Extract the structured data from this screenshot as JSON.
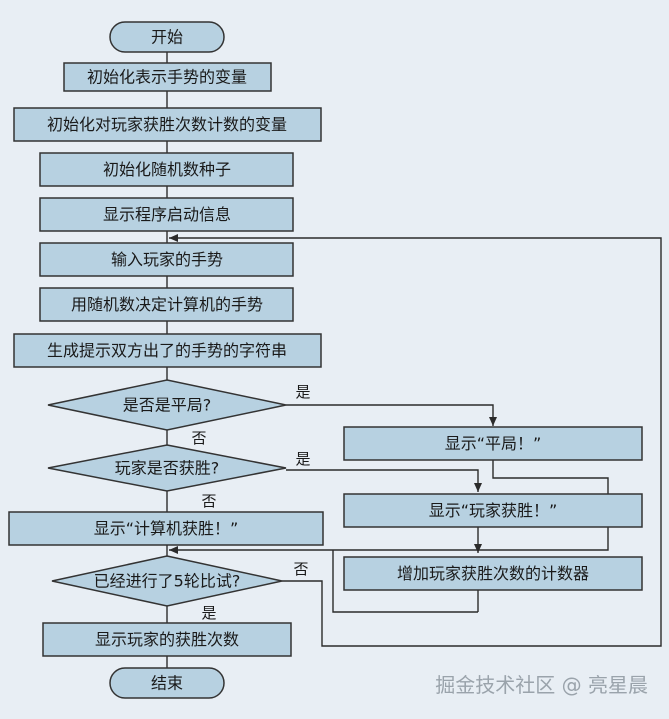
{
  "colors": {
    "background": "#e8eef4",
    "node_fill": "#b7d1e1",
    "node_stroke": "#333333",
    "line": "#2b2b2b",
    "watermark": "#9aa3ab"
  },
  "nodes": {
    "start": "开始",
    "init_gesture": "初始化表示手势的变量",
    "init_counter": "初始化对玩家获胜次数计数的变量",
    "init_seed": "初始化随机数种子",
    "show_start": "显示程序启动信息",
    "input_gesture": "输入玩家的手势",
    "computer_gesture": "用随机数决定计算机的手势",
    "make_string": "生成提示双方出了的手势的字符串",
    "is_draw": "是否是平局?",
    "show_draw": "显示“平局！”",
    "player_win": "玩家是否获胜?",
    "show_player_win": "显示“玩家获胜！”",
    "increment_counter": "增加玩家获胜次数的计数器",
    "show_computer_win": "显示“计算机获胜！”",
    "five_rounds": "已经进行了5轮比试?",
    "show_win_count": "显示玩家的获胜次数",
    "end": "结束"
  },
  "edge_labels": {
    "draw_yes": "是",
    "draw_no": "否",
    "win_yes": "是",
    "win_no": "否",
    "rounds_no": "否",
    "rounds_yes": "是"
  },
  "watermark": "掘金技术社区 @ 亮星晨"
}
